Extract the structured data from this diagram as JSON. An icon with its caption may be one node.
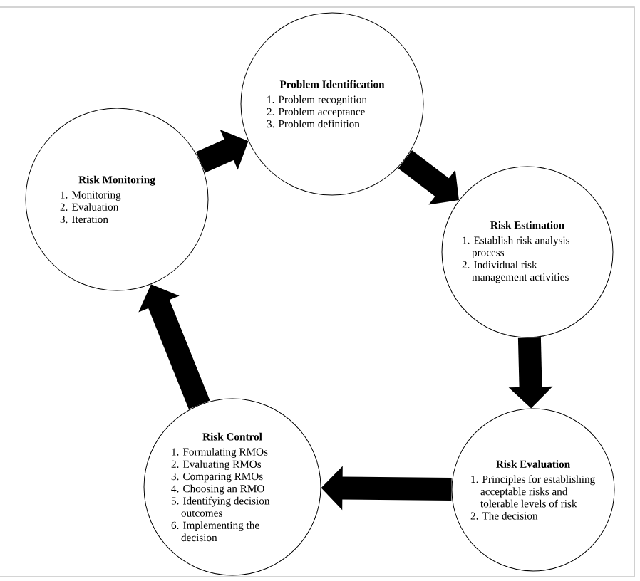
{
  "diagram": {
    "nodes": [
      {
        "text": [
          "Problem Identification",
          "1. Problem recognition",
          "2. Problem acceptance",
          "3. Problem definition"
        ]
      },
      {
        "text": [
          "Risk Estimation",
          "1. Establish risk analysis process",
          "2. Individual risk management activities"
        ]
      },
      {
        "text": [
          "Risk Evaluation",
          "1. Principles for establishing acceptable risks and tolerable levels of risk",
          "2. The decision"
        ]
      },
      {
        "text": [
          "Risk Control",
          "1. Formulating RMOs",
          "2. Evaluating RMOs",
          "3. Comparing RMOs",
          "4. Choosing an RMO",
          "5. Identifying decision outcomes",
          "6. Implementing the decision"
        ]
      },
      {
        "text": [
          "Risk Monitoring",
          "1. Monitoring",
          "2. Evaluation",
          "3. Iteration"
        ]
      }
    ],
    "edges": [
      {
        "from": 0,
        "to": 1,
        "arrow": "to"
      },
      {
        "from": 1,
        "to": 2,
        "arrow": "to"
      },
      {
        "from": 2,
        "to": 3,
        "arrow": "to"
      },
      {
        "from": 3,
        "to": 4,
        "arrow": "to"
      },
      {
        "from": 4,
        "to": 0,
        "arrow": "to"
      }
    ]
  }
}
